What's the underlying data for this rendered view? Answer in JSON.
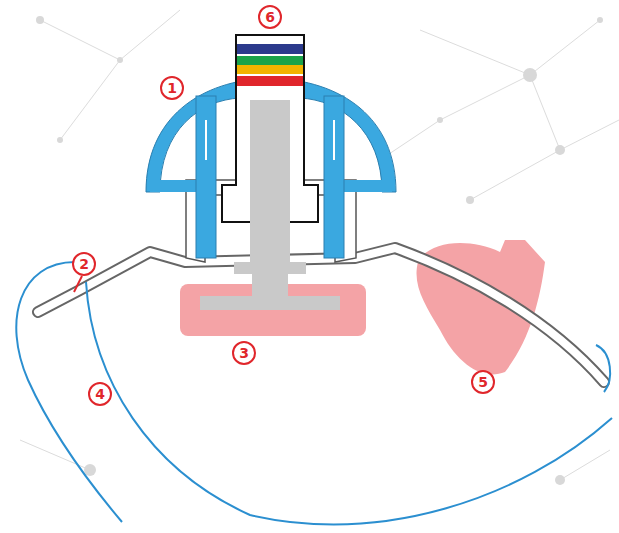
{
  "diagram": {
    "labels": [
      "6",
      "1",
      "2",
      "3",
      "4",
      "5"
    ]
  }
}
